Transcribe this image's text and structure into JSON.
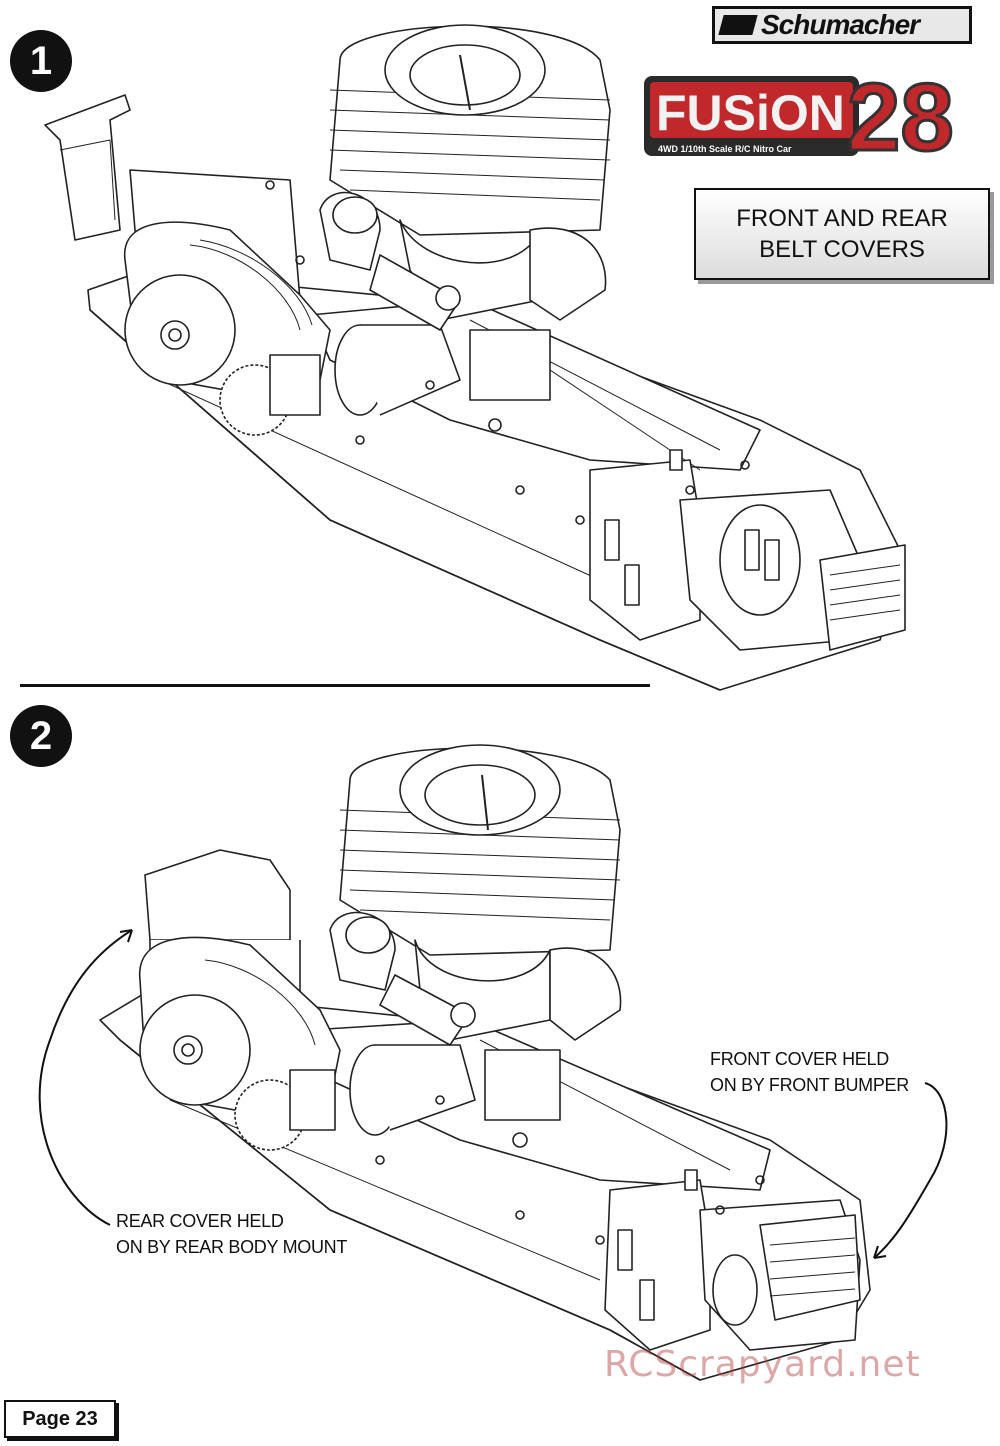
{
  "steps": {
    "one": "1",
    "two": "2"
  },
  "branding": {
    "brand_name": "Schumacher",
    "product_name": "FUSiON",
    "product_number": "28",
    "product_subtitle": "4WD 1/10th Scale R/C Nitro Car"
  },
  "section_title": {
    "line1": "FRONT AND REAR",
    "line2": "BELT COVERS"
  },
  "notes": {
    "front_line1": "FRONT COVER HELD",
    "front_line2": "ON BY FRONT BUMPER",
    "rear_line1": "REAR COVER HELD",
    "rear_line2": "ON BY REAR BODY MOUNT"
  },
  "page_label": "Page 23",
  "watermark": "RCScrapyard.net",
  "colors": {
    "ink": "#111111",
    "fusion_red": "#c0282c",
    "watermark": "#c07070"
  }
}
